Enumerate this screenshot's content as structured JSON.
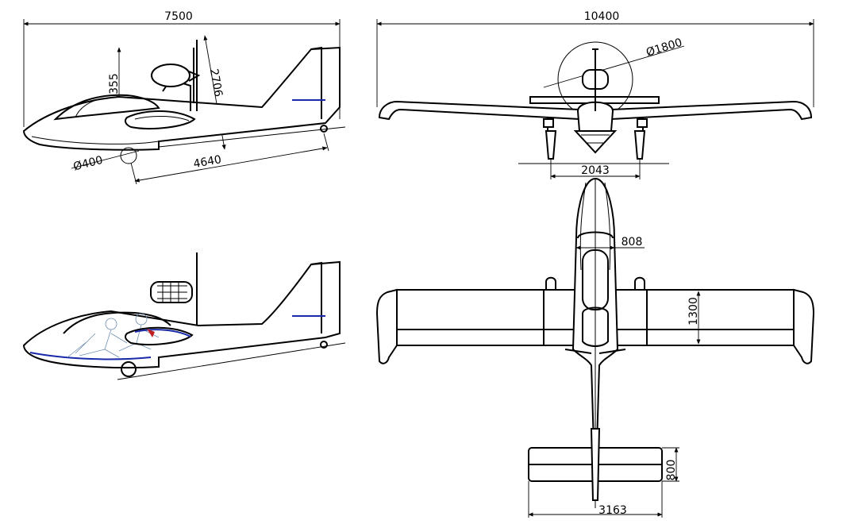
{
  "dimensions": {
    "overall_length": "7500",
    "height": "1355",
    "prop_clearance": "2706",
    "wheel_diameter": "Ø400",
    "wheel_base": "4640",
    "wingspan": "10400",
    "prop_diameter": "Ø1800",
    "float_track": "2043",
    "fuselage_width": "808",
    "wing_chord": "1300",
    "stab_span": "3163",
    "stab_chord": "800"
  },
  "colors": {
    "line": "#000000",
    "accent_blue": "#1a2aa8",
    "figure_cyan": "#6f8fb0"
  }
}
